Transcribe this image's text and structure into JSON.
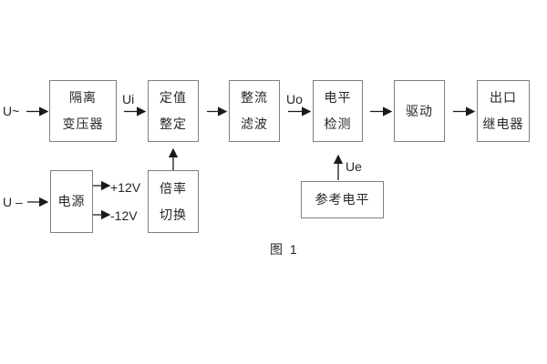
{
  "diagram": {
    "caption": "图 1",
    "colors": {
      "background": "#ffffff",
      "box_border": "#7f7f7f",
      "text": "#262626",
      "arrow": "#1a1a1a"
    },
    "boxes": [
      {
        "name": "isolation-transformer",
        "line1": "隔离",
        "line2": "变压器"
      },
      {
        "name": "setpoint-adjustment",
        "line1": "定值",
        "line2": "整定"
      },
      {
        "name": "rectify-filter",
        "line1": "整流",
        "line2": "滤波"
      },
      {
        "name": "level-detection",
        "line1": "电平",
        "line2": "检测"
      },
      {
        "name": "drive",
        "line1": "驱动"
      },
      {
        "name": "output-relay",
        "line1": "出口",
        "line2": "继电器"
      },
      {
        "name": "power-supply",
        "line1": "电源"
      },
      {
        "name": "ratio-switching",
        "line1": "倍率",
        "line2": "切换"
      },
      {
        "name": "reference-level",
        "line1": "参考电平"
      }
    ],
    "signal_labels": {
      "ac_input": "U~",
      "dc_input": "U –",
      "ui": "Ui",
      "uo": "Uo",
      "ue": "Ue",
      "plus_12v": "+12V",
      "minus_12v": "-12V"
    }
  }
}
